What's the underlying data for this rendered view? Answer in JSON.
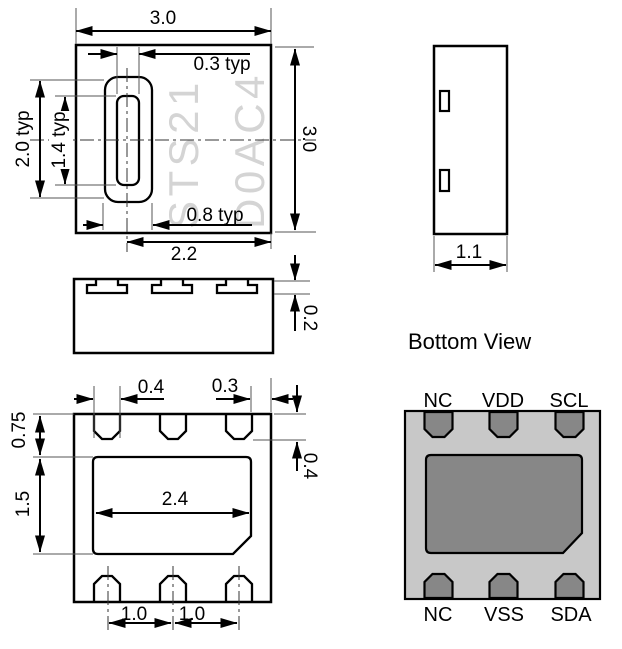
{
  "figure": {
    "type": "package-outline-drawing",
    "package_marking": {
      "line1": "STS21",
      "line2": "D0AC4"
    },
    "colors": {
      "body_fill": "#c8c8c8",
      "pad_fill": "#878787",
      "marking_text": "#d4d4d4",
      "line": "#000000"
    },
    "top_view": {
      "dim_width": "3.0",
      "dim_height": "3.0",
      "dim_slot_inner_width": "0.3 typ",
      "dim_slot_outer_length": "2.0 typ",
      "dim_slot_inner_length": "1.4 typ",
      "dim_slot_outer_width": "0.8 typ",
      "dim_center_to_edge": "2.2"
    },
    "side_view_front": {
      "dim_pad_depth": "0.2"
    },
    "side_view_right": {
      "dim_thickness": "1.1"
    },
    "bottom_outline": {
      "dim_pad_width": "0.4",
      "dim_pad_edge_gap": "0.3",
      "dim_pad_row_offset": "0.75",
      "dim_center_pad_height": "1.5",
      "dim_center_pad_width": "2.4",
      "dim_pad_length": "0.4",
      "dim_pitch_left": "1.0",
      "dim_pitch_right": "1.0"
    },
    "bottom_view": {
      "title": "Bottom View",
      "pins_top": [
        "NC",
        "VDD",
        "SCL"
      ],
      "pins_bottom": [
        "NC",
        "VSS",
        "SDA"
      ]
    }
  }
}
